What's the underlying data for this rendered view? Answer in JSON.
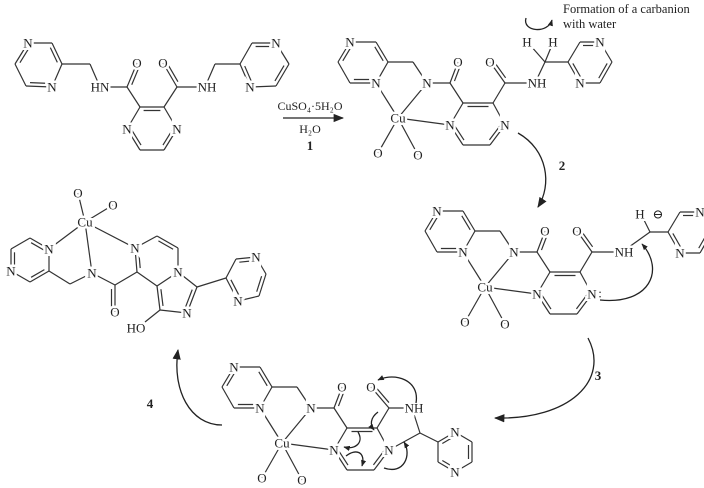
{
  "annotation": {
    "line1": "Formation of a carbanion",
    "line2": "with water"
  },
  "reagents": {
    "reagent": "CuSO₄·5H₂O",
    "solvent": "H₂O"
  },
  "steps": [
    "1",
    "2",
    "3",
    "4"
  ],
  "atoms": {
    "N": "N",
    "O": "O",
    "Cu": "Cu",
    "NH": "NH",
    "HN": "HN",
    "H": "H",
    "HO": "HO",
    "charge": "⊖",
    "lone_pair": ":"
  }
}
